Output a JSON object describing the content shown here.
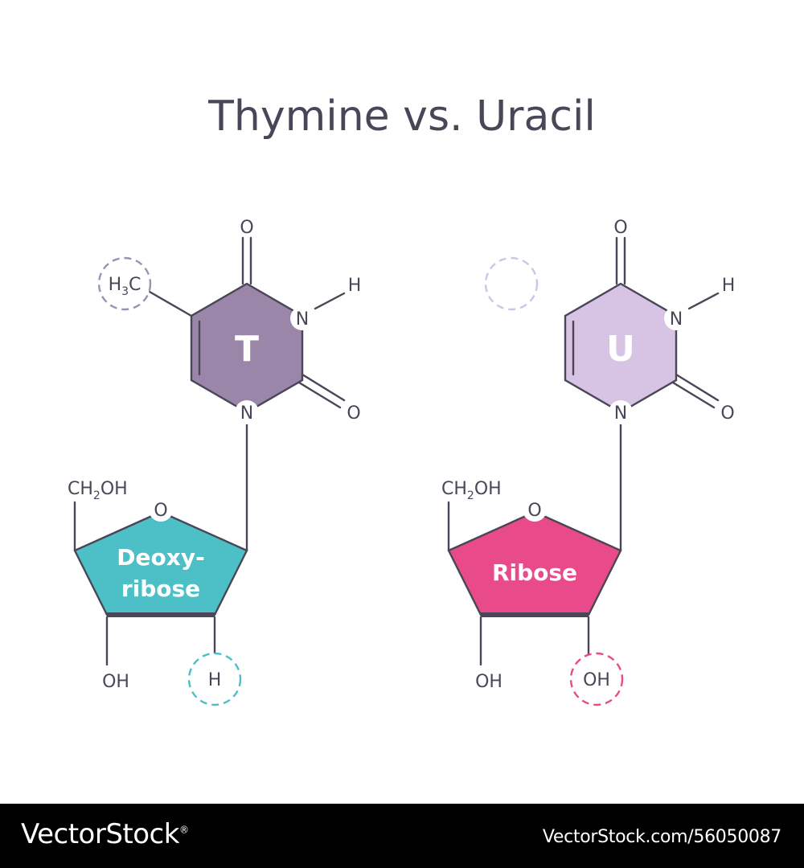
{
  "title": "Thymine vs. Uracil",
  "colors": {
    "thymine_ring": "#9a86a8",
    "uracil_ring": "#d7c3e3",
    "deoxyribose": "#4cbfc7",
    "ribose": "#e94a8a",
    "ink": "#4a4657",
    "methyl_circle": "#a08fb4",
    "empty_circle": "#d3c2e3",
    "h_circle": "#4cbfc7",
    "oh_circle": "#e94a8a"
  },
  "thymine": {
    "letter": "T",
    "methyl": {
      "h": "H",
      "sub": "3",
      "c": "C"
    },
    "atoms": {
      "top_o": "O",
      "n_right": "N",
      "h": "H",
      "right_o": "O",
      "n_bottom": "N"
    },
    "sugar": {
      "label_line1": "Deoxy-",
      "label_line2": "ribose",
      "ring_o": "O",
      "ch2oh": {
        "a": "CH",
        "sub": "2",
        "b": "OH"
      },
      "left_oh": "OH",
      "right_group": "H"
    }
  },
  "uracil": {
    "letter": "U",
    "atoms": {
      "top_o": "O",
      "n_right": "N",
      "h": "H",
      "right_o": "O",
      "n_bottom": "N"
    },
    "sugar": {
      "label": "Ribose",
      "ring_o": "O",
      "ch2oh": {
        "a": "CH",
        "sub": "2",
        "b": "OH"
      },
      "left_oh": "OH",
      "right_group": "OH"
    }
  },
  "footer": {
    "brand": "VectorStock",
    "brand_mark": "®",
    "url": "VectorStock.com/56050087"
  }
}
